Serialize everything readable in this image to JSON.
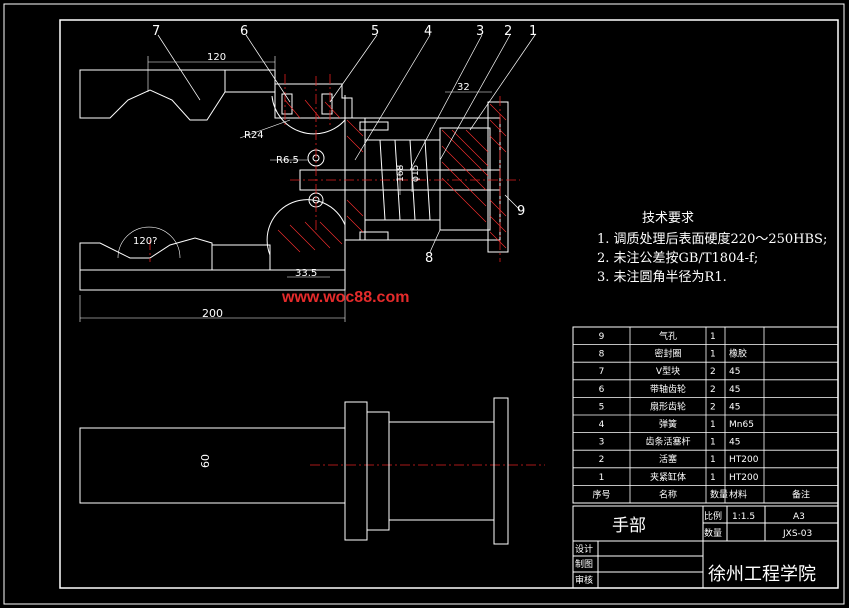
{
  "colors": {
    "background": "#000000",
    "outline": "#ffffff",
    "center_line": "#e02020",
    "callout": "#ffff00",
    "hatch": "#ff3030",
    "dimension": "#ffffff",
    "watermark": "#e52b2b"
  },
  "callouts": [
    "1",
    "2",
    "3",
    "4",
    "5",
    "6",
    "7",
    "8",
    "9"
  ],
  "dimensions": {
    "d120": "120",
    "d32": "32",
    "r24": "R24",
    "r65": "R6.5",
    "phi15": "φ15",
    "d168": "168",
    "angle": "120?",
    "d335": "33.5",
    "d200": "200",
    "d60": "60"
  },
  "watermark": "www.woc88.com",
  "tech_requirements": {
    "title": "技术要求",
    "items": [
      "1.  调质处理后表面硬度220～250HBS;",
      "2.  未注公差按GB/T1804-f;",
      "3.  未注圆角半径为R1."
    ]
  },
  "parts_table": {
    "rows": [
      {
        "no": "9",
        "name": "气孔",
        "qty": "1",
        "material": "",
        "note": ""
      },
      {
        "no": "8",
        "name": "密封圈",
        "qty": "1",
        "material": "橡胶",
        "note": ""
      },
      {
        "no": "7",
        "name": "V型块",
        "qty": "2",
        "material": "45",
        "note": ""
      },
      {
        "no": "6",
        "name": "带轴齿轮",
        "qty": "2",
        "material": "45",
        "note": ""
      },
      {
        "no": "5",
        "name": "扇形齿轮",
        "qty": "2",
        "material": "45",
        "note": ""
      },
      {
        "no": "4",
        "name": "弹簧",
        "qty": "1",
        "material": "Mn65",
        "note": ""
      },
      {
        "no": "3",
        "name": "齿条活塞杆",
        "qty": "1",
        "material": "45",
        "note": ""
      },
      {
        "no": "2",
        "name": "活塞",
        "qty": "1",
        "material": "HT200",
        "note": ""
      },
      {
        "no": "1",
        "name": "夹紧缸体",
        "qty": "1",
        "material": "HT200",
        "note": ""
      }
    ],
    "header": {
      "no": "序号",
      "name": "名称",
      "qty": "数量",
      "material": "材料",
      "note": "备注"
    }
  },
  "title_block": {
    "drawing_name": "手部",
    "scale_label": "比例",
    "scale_value": "1:1.5",
    "size_value": "A3",
    "qty_label": "数量",
    "drawing_no": "JXS-03",
    "design_label": "设计",
    "draw_label": "制图",
    "review_label": "审核",
    "school": "徐州工程学院"
  }
}
